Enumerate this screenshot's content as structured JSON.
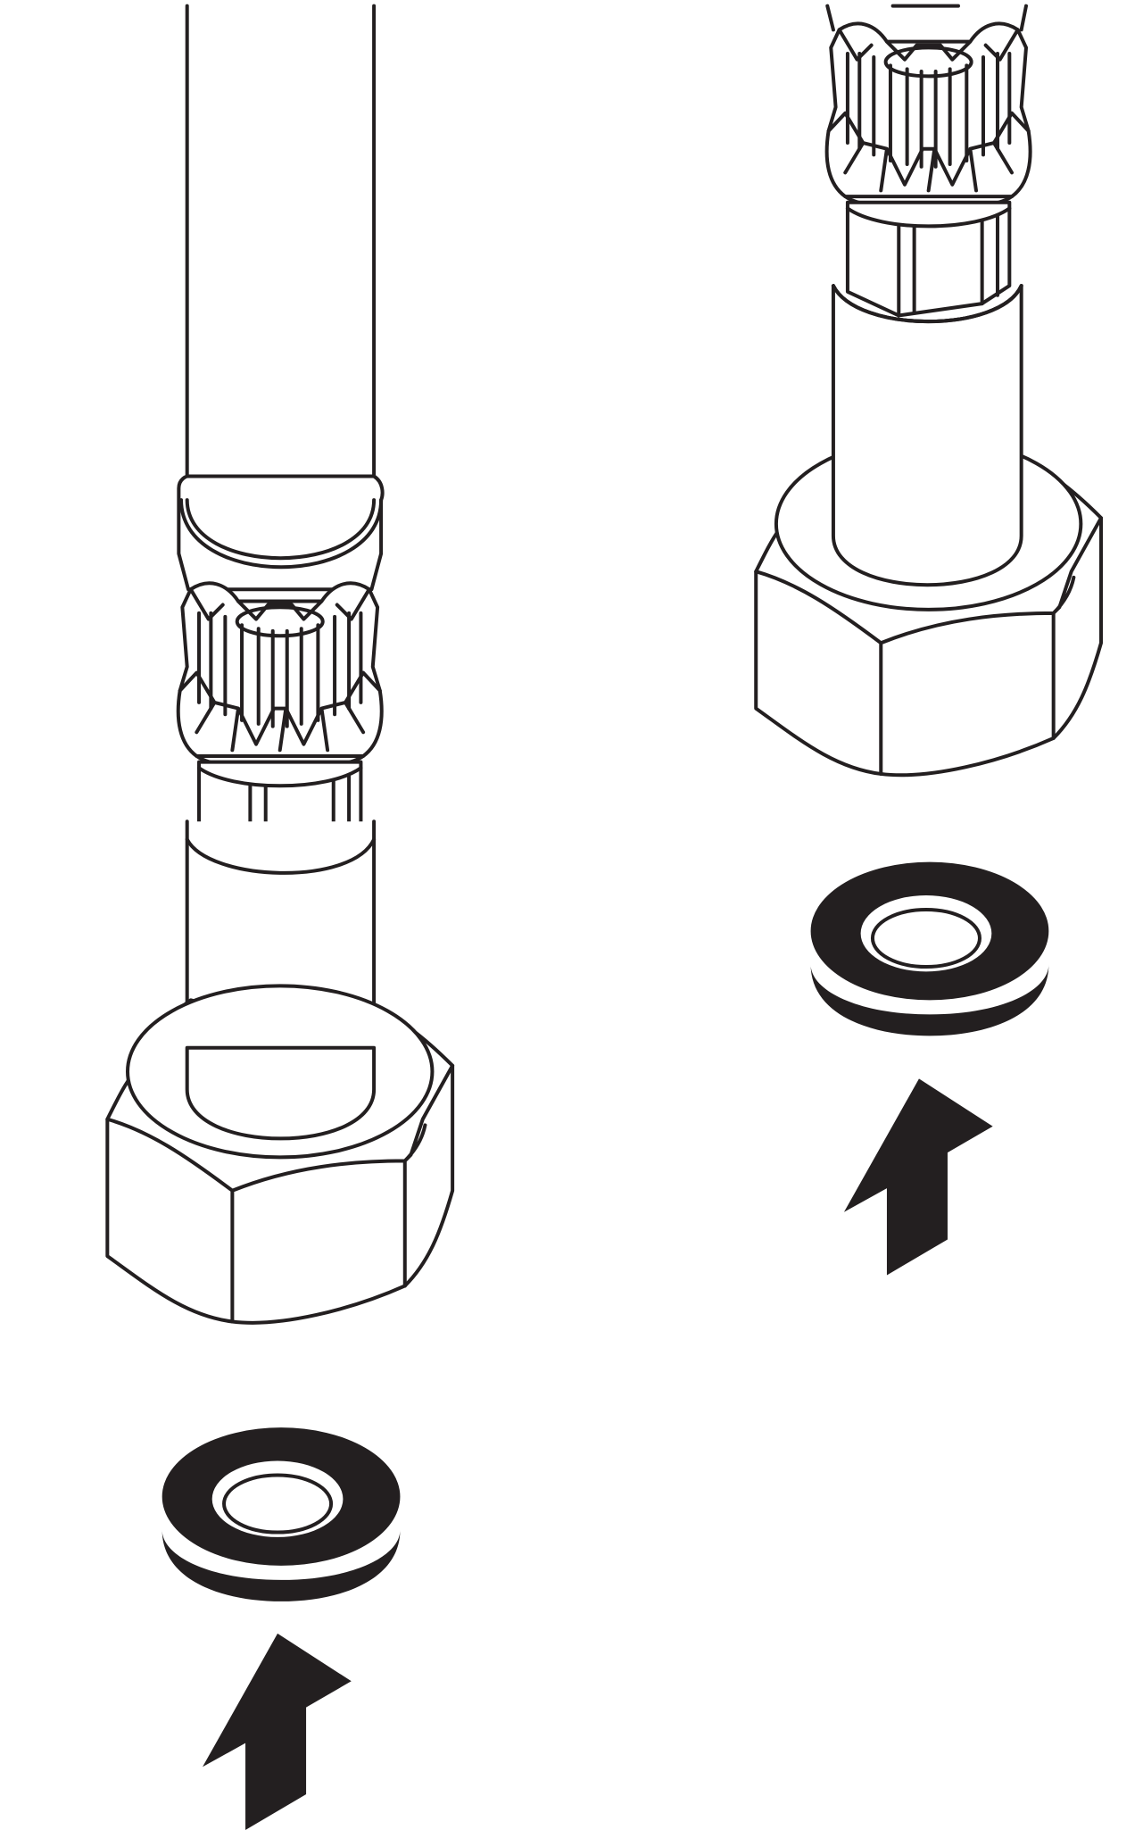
{
  "figure": {
    "description_text": "",
    "colors": {
      "line": "#231f20",
      "background": "#ffffff"
    },
    "assemblies": [
      {
        "id": "left",
        "parts": [
          "hose",
          "crimp-ferrule",
          "hex-fitting",
          "tube",
          "hex-nut",
          "sealing-washer",
          "insert-arrow"
        ]
      },
      {
        "id": "right",
        "parts": [
          "crimp-ferrule",
          "hex-fitting",
          "tube",
          "hex-nut",
          "sealing-washer",
          "insert-arrow"
        ]
      }
    ]
  }
}
